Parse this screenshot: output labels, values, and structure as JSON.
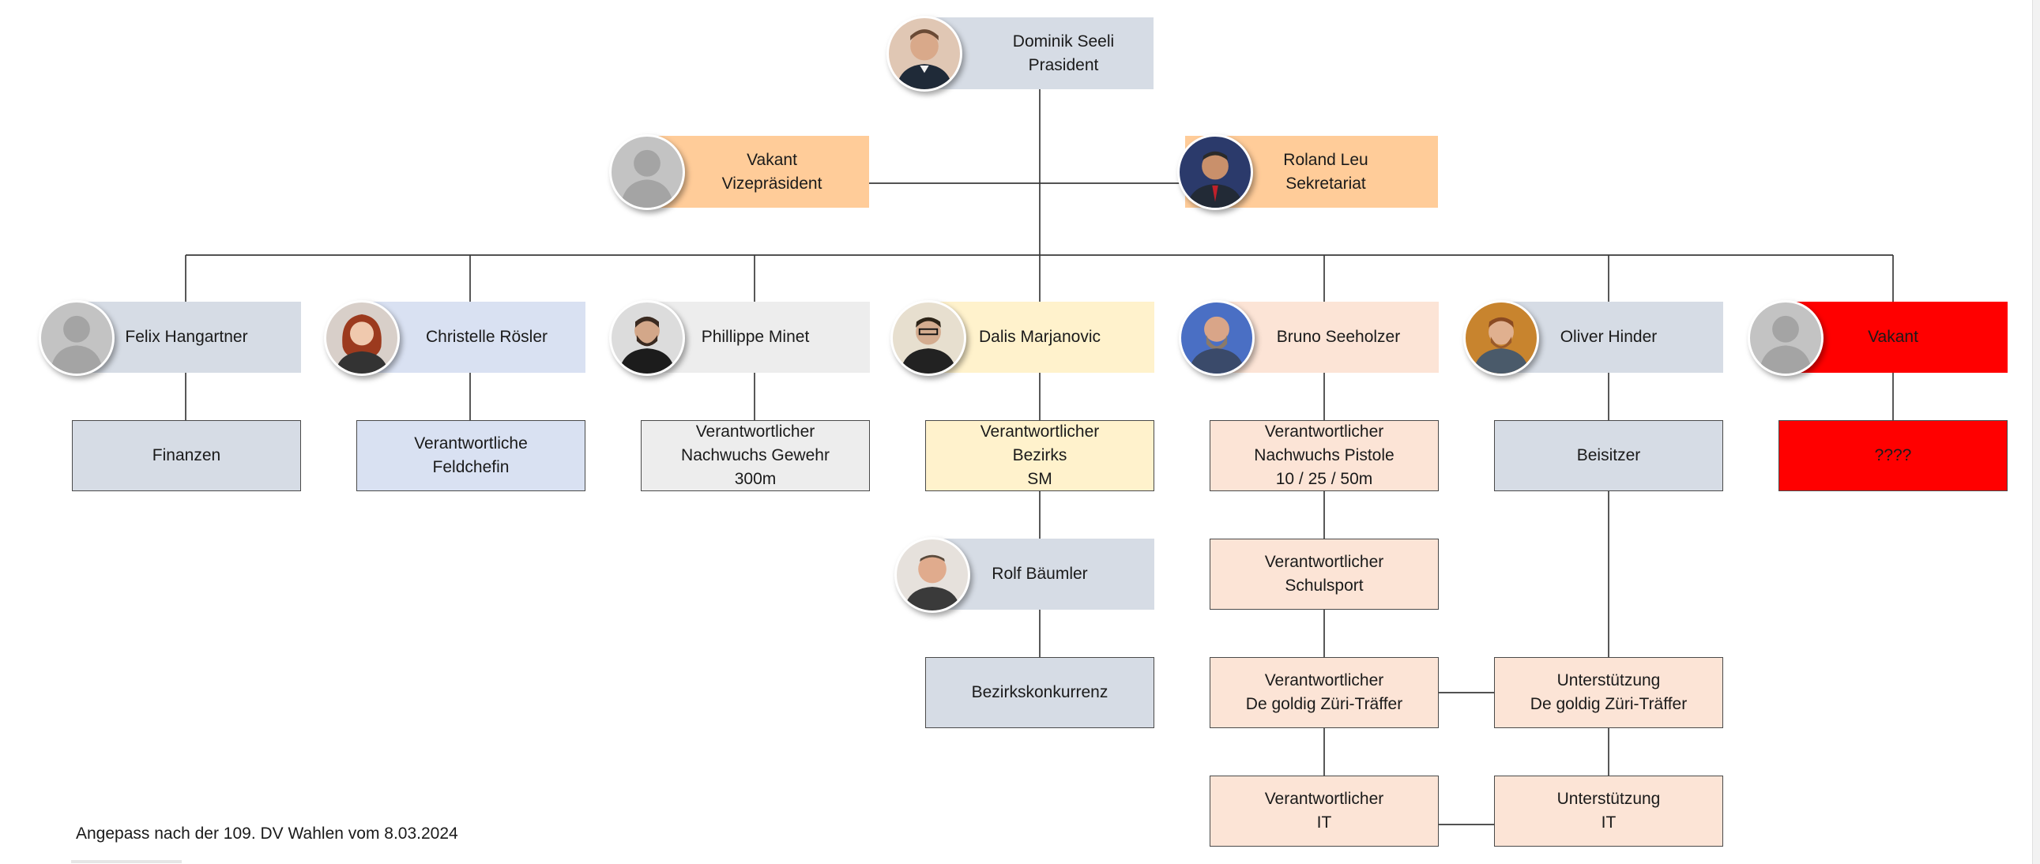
{
  "colors": {
    "slate": "#d6dce5",
    "peach": "#ffcc99",
    "lavender": "#d9e1f2",
    "lightgray": "#ededed",
    "cream": "#fff2cc",
    "salmon": "#fce4d6",
    "red": "#ff0000"
  },
  "people": {
    "president": {
      "name": "Dominik Seeli",
      "role": "Prasident"
    },
    "vice": {
      "name": "Vakant",
      "role": "Vizepräsident"
    },
    "secretary": {
      "name": "Roland Leu",
      "role": "Sekretariat"
    },
    "felix": {
      "name": "Felix Hangartner"
    },
    "christelle": {
      "name": "Christelle Rösler"
    },
    "phillippe": {
      "name": "Phillippe Minet"
    },
    "dalis": {
      "name": "Dalis Marjanovic"
    },
    "bruno": {
      "name": "Bruno Seeholzer"
    },
    "oliver": {
      "name": "Oliver Hinder"
    },
    "vakant2": {
      "name": "Vakant"
    },
    "rolf": {
      "name": "Rolf Bäumler"
    }
  },
  "roles": {
    "finanzen": "Finanzen",
    "feldchefin": "Verantwortliche\nFeldchefin",
    "gewehr": "Verantwortlicher\nNachwuchs Gewehr\n300m",
    "bezirks": "Verantwortlicher\nBezirks\nSM",
    "pistole": "Verantwortlicher\nNachwuchs Pistole\n10 / 25 / 50m",
    "beisitzer": "Beisitzer",
    "unknown": "????",
    "schulsport": "Verantwortlicher\nSchulsport",
    "bezirkskonkurrenz": "Bezirkskonkurrenz",
    "goldig": "Verantwortlicher\nDe goldig Züri-Träffer",
    "support_goldig": "Unterstützung\nDe goldig Züri-Träffer",
    "it": "Verantwortlicher\nIT",
    "support_it": "Unterstützung\nIT"
  },
  "icons": {
    "placeholder": "person-silhouette-icon",
    "photo": "person-photo-icon"
  },
  "footer": "Angepass nach der 109. DV Wahlen vom  8.03.2024"
}
